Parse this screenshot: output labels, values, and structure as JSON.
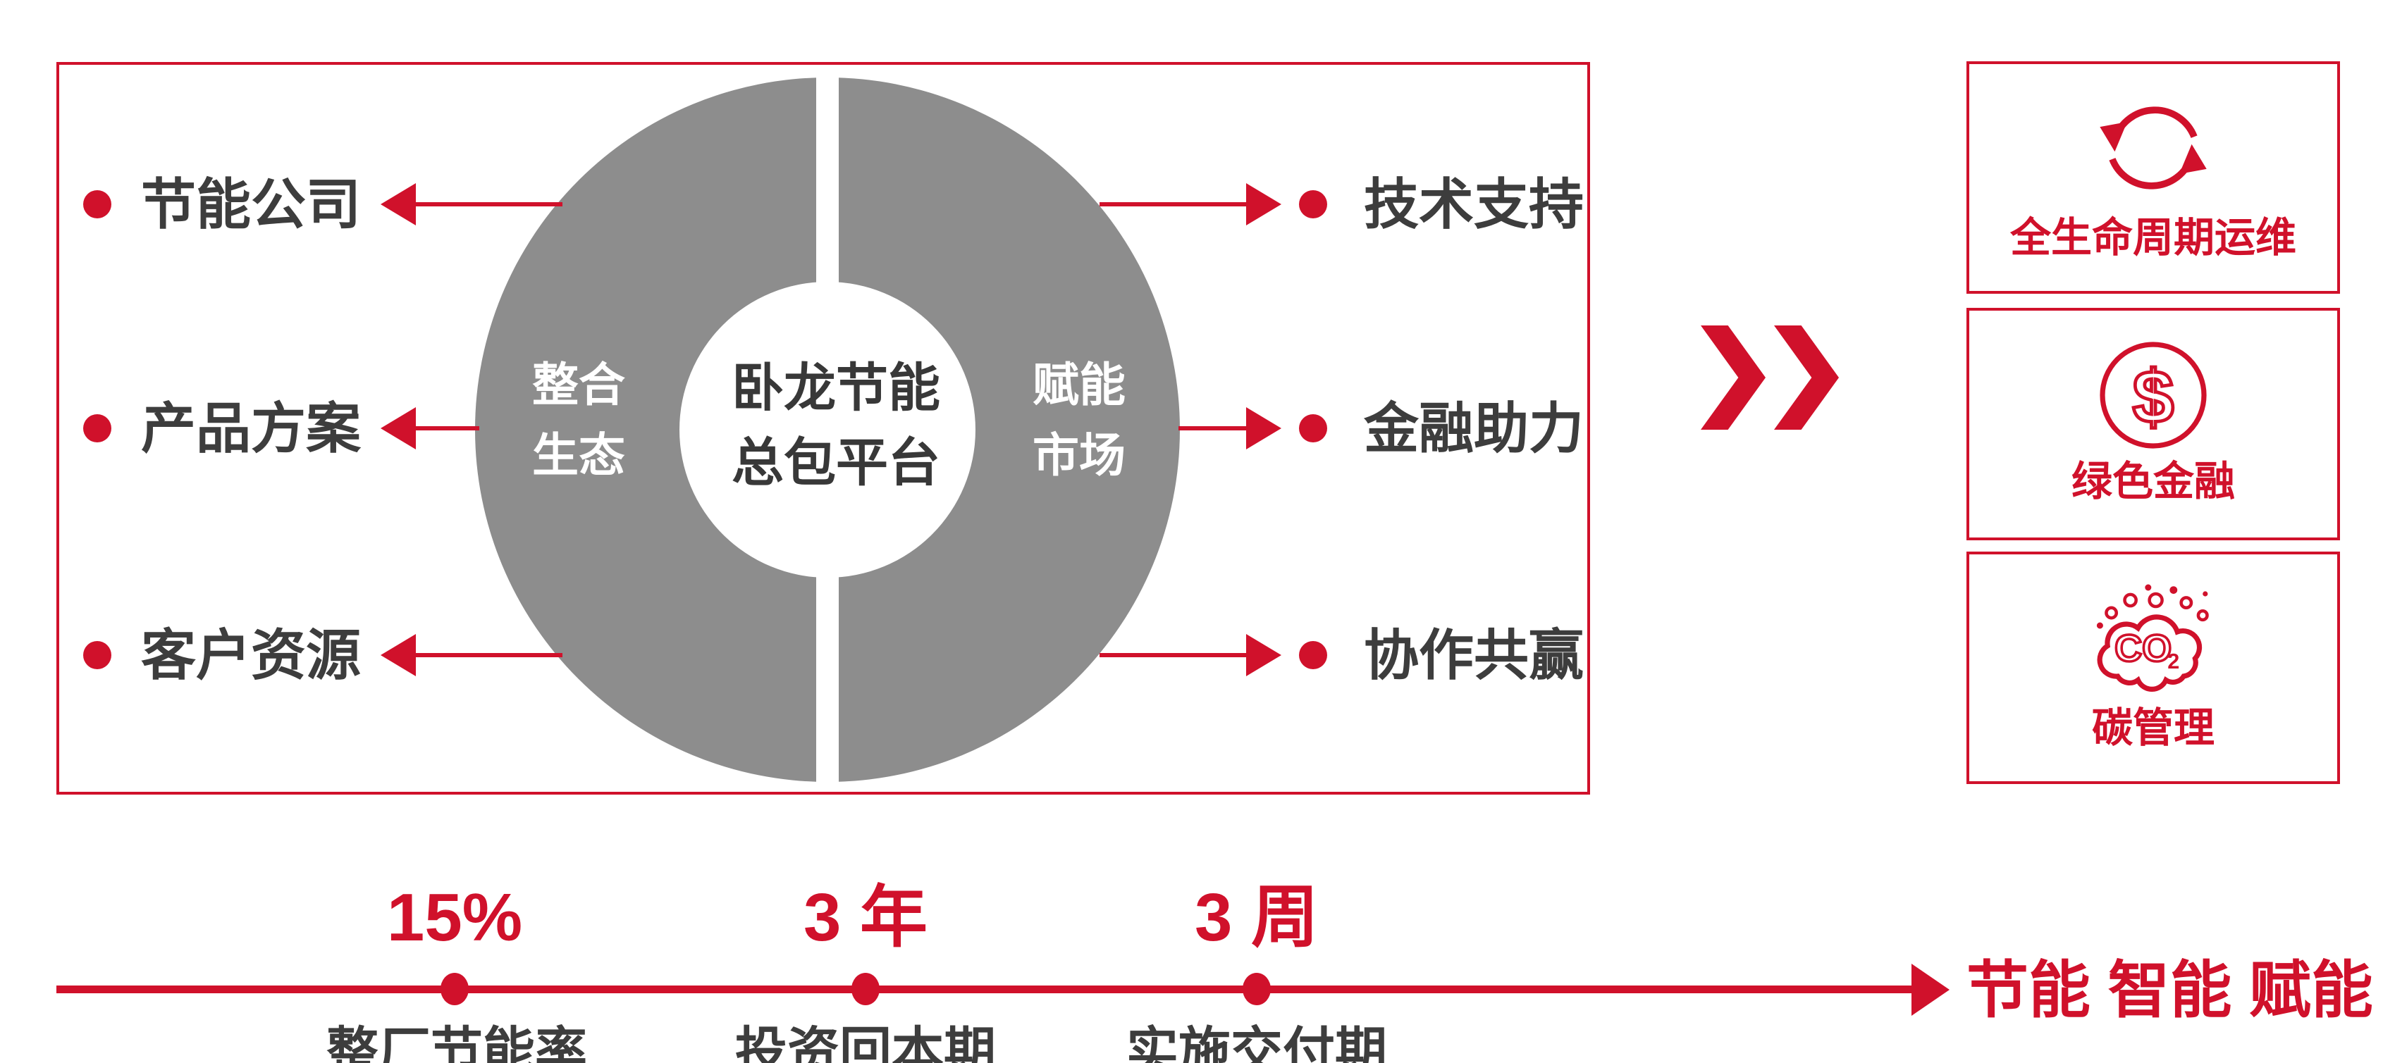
{
  "colors": {
    "accent_red": "#d0112b",
    "donut_gray": "#8d8d8d",
    "dark_text": "#3d3d3d",
    "background": "#ffffff"
  },
  "platform": {
    "center_line1": "卧龙节能",
    "center_line2": "总包平台",
    "left_half": {
      "line1": "整合",
      "line2": "生态"
    },
    "right_half": {
      "line1": "赋能",
      "line2": "市场"
    }
  },
  "left_items": [
    {
      "label": "节能公司"
    },
    {
      "label": "产品方案"
    },
    {
      "label": "客户资源"
    }
  ],
  "right_items": [
    {
      "label": "技术支持"
    },
    {
      "label": "金融助力"
    },
    {
      "label": "协作共赢"
    }
  ],
  "transition_icon": "double-chevron-right",
  "outcome_cards": [
    {
      "icon": "lifecycle-sync-icon",
      "label": "全生命周期运维"
    },
    {
      "icon": "dollar-coin-icon",
      "label": "绿色金融"
    },
    {
      "icon": "co2-cloud-icon",
      "label": "碳管理"
    }
  ],
  "timeline": {
    "milestones": [
      {
        "value": "15%",
        "label": "整厂节能率"
      },
      {
        "value": "3 年",
        "label": "投资回本期"
      },
      {
        "value": "3 周",
        "label": "实施交付期"
      }
    ],
    "slogan": "节能 智能 赋能"
  }
}
